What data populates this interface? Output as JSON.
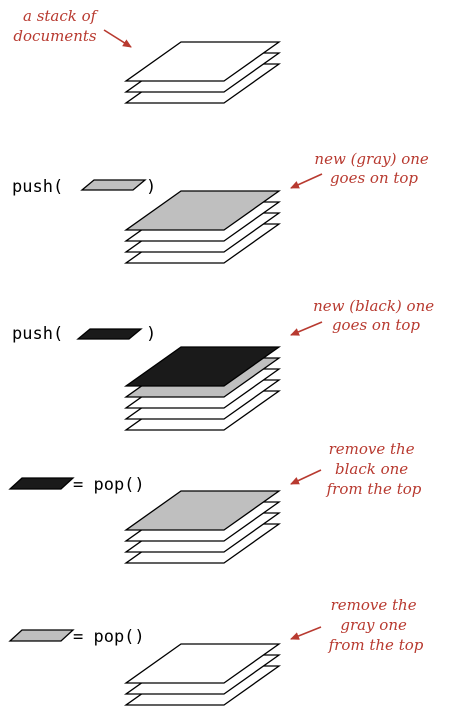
{
  "colors": {
    "annotation": "#b83a30",
    "sheet_white": "#ffffff",
    "sheet_gray": "#bfbfbf",
    "sheet_black": "#1a1a1a",
    "outline": "#000000"
  },
  "annotations": {
    "stack_label": [
      "a stack of",
      "documents"
    ],
    "push_gray_label": [
      "new (gray) one",
      "goes on top"
    ],
    "push_black_label": [
      "new (black) one",
      "goes on top"
    ],
    "pop_black_label": [
      "remove the",
      "black one",
      "from the top"
    ],
    "pop_gray_label": [
      "remove the",
      "gray one",
      "from the top"
    ]
  },
  "code": {
    "push_open": "push(",
    "push_close": ")",
    "pop_call": "= pop()"
  },
  "stacks": [
    {
      "name": "initial",
      "layers": [
        "white",
        "white",
        "white"
      ]
    },
    {
      "name": "after-push-gray",
      "layers": [
        "white",
        "white",
        "white",
        "gray"
      ]
    },
    {
      "name": "after-push-black",
      "layers": [
        "white",
        "white",
        "white",
        "gray",
        "black"
      ]
    },
    {
      "name": "after-pop-black",
      "layers": [
        "white",
        "white",
        "white",
        "gray"
      ]
    },
    {
      "name": "after-pop-gray",
      "layers": [
        "white",
        "white",
        "white"
      ]
    }
  ]
}
